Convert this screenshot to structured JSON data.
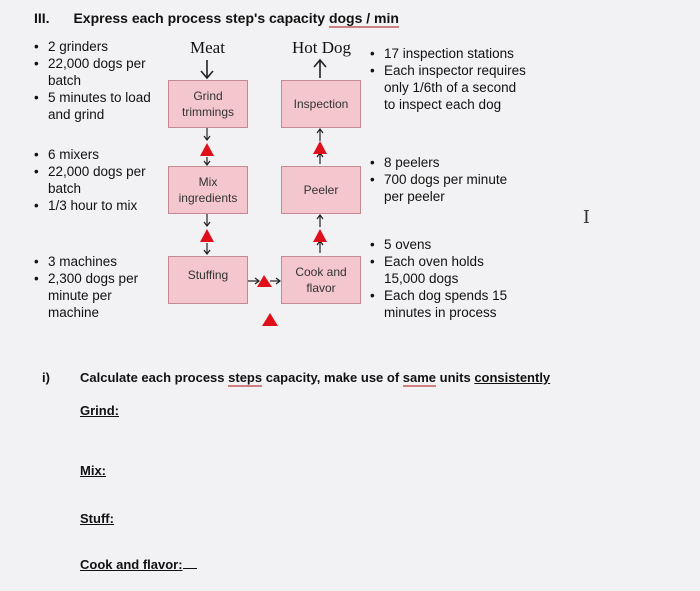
{
  "header": {
    "roman": "III.",
    "title": "Express each process step's capacity dogs / min",
    "title_pre": "Express each process step's capacity ",
    "title_u": "dogs / min"
  },
  "flow": {
    "meat": "Meat",
    "hotdog": "Hot Dog",
    "boxes": {
      "grind": "Grind trimmings",
      "mix": "Mix ingredients",
      "stuff": "Stuffing",
      "inspect": "Inspection",
      "peeler": "Peeler",
      "cook": "Cook and flavor"
    }
  },
  "left": {
    "grind": [
      "2 grinders",
      "22,000 dogs per batch",
      "5 minutes to load and grind"
    ],
    "mix": [
      "6 mixers",
      "22,000 dogs per batch",
      "1/3 hour to mix"
    ],
    "stuff": [
      "3 machines",
      "2,300 dogs per minute per machine"
    ]
  },
  "right": {
    "inspect": [
      "17 inspection stations",
      "Each inspector requires only 1/6th of a second to inspect each dog"
    ],
    "peel": [
      "8 peelers",
      "700 dogs per minute per peeler"
    ],
    "cook": [
      "5 ovens",
      "Each oven holds 15,000 dogs",
      "Each dog spends 15 minutes in process"
    ]
  },
  "question": {
    "label": "i)",
    "text_a": "Calculate each process ",
    "text_b": "steps",
    "text_c": " capacity, make use of ",
    "text_d": "same",
    "text_e": " units ",
    "text_f": "consistently"
  },
  "answers": {
    "grind": "Grind:",
    "mix": "Mix:",
    "stuff": "Stuff:",
    "cook": "Cook and flavor:"
  },
  "colors": {
    "box_fill": "#f3c7cd",
    "box_border": "#c38a93",
    "triangle": "#e0101a"
  }
}
